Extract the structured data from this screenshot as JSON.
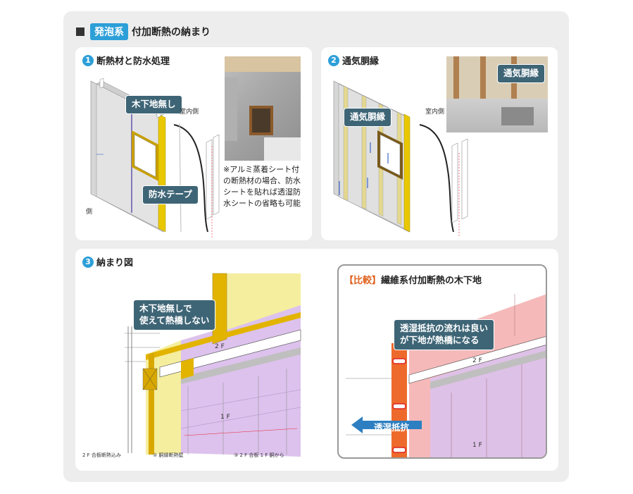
{
  "header": {
    "tag": "発泡系",
    "title": "付加断熱の納まり"
  },
  "panel1": {
    "num": "1",
    "title": "断熱材と防水処理",
    "callout_top": "木下地無し",
    "callout_bottom": "防水テープ",
    "label_inside": "室内側",
    "label_side": "側",
    "note": "※アルミ蒸着シート付の断熱材の場合、防水シートを貼れば透湿防水シートの省略も可能"
  },
  "panel2": {
    "num": "2",
    "title": "通気胴縁",
    "callout_photo": "通気胴縁",
    "callout_diagram": "通気胴縁",
    "label_inside": "室内側"
  },
  "panel3": {
    "num": "3",
    "title": "納まり図",
    "callout": "木下地無しで\n使えて熱橋しない",
    "label_2f": "2 F",
    "label_1f": "1 F",
    "bottom_1": "2 F 合板断熱込み",
    "bottom_2": "② 胴縁断熱壁",
    "bottom_3": "③ 2 F 合板 1 F 胴から"
  },
  "compare": {
    "bracket_title": "【比較】",
    "title": "繊維系付加断熱の木下地",
    "callout": "透湿抵抗の流れは良い\nが下地が熱橋になる",
    "arrow_label": "透湿抵抗",
    "label_2f": "2 F",
    "label_1f": "1 F"
  },
  "colors": {
    "accent_blue": "#2d9fd8",
    "callout_bg": "#3e6576",
    "insulation_yellow": "#f2e59a",
    "wall_purple": "#d8b8e8",
    "wall_pink": "#f4b3b3",
    "orange_highlight": "#ee6a2c"
  }
}
